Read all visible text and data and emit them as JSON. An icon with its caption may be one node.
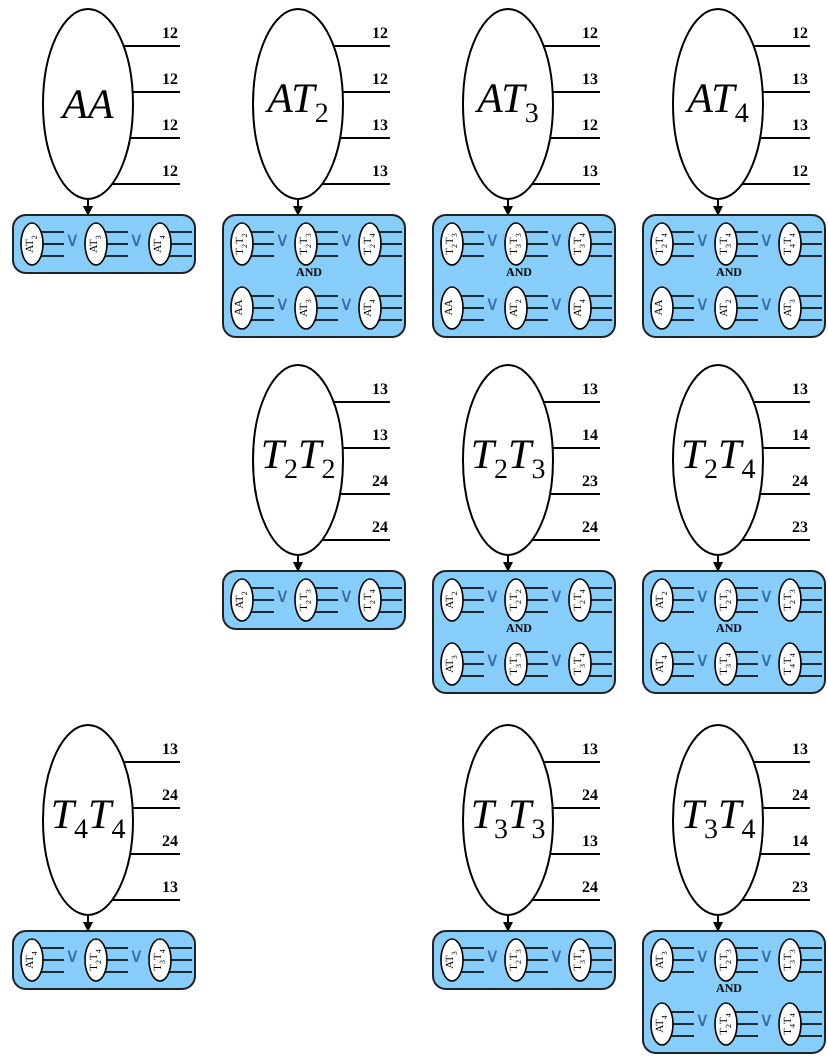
{
  "diagram": {
    "nodes": [
      {
        "text": [
          "AA"
        ],
        "beside": [
          "12",
          "12",
          "12",
          "12"
        ]
      },
      {
        "text": [
          "AT$_{2}$"
        ],
        "beside": [
          "12",
          "12",
          "13",
          "13"
        ]
      },
      {
        "text": [
          "AT$_{3}$"
        ],
        "beside": [
          "12",
          "13",
          "12",
          "13"
        ]
      },
      {
        "text": [
          "AT$_{4}$"
        ],
        "beside": [
          "12",
          "13",
          "13",
          "12"
        ]
      },
      {
        "text": [
          "∨",
          "∨"
        ]
      },
      {
        "text": [
          "AT$_{2}$"
        ],
        "in": 4
      },
      {
        "text": [
          "AT$_{3}$"
        ],
        "in": 4
      },
      {
        "text": [
          "AT$_{4}$"
        ],
        "in": 4
      },
      {
        "text": [
          "∨",
          "∨",
          "AND",
          "∨",
          "∨"
        ]
      },
      {
        "text": [
          "T$_{2}$T$_{2}$"
        ],
        "in": 8
      },
      {
        "text": [
          "T$_{2}$T$_{3}$"
        ],
        "in": 8
      },
      {
        "text": [
          "T$_{2}$T$_{4}$"
        ],
        "in": 8
      },
      {
        "text": [
          "AA"
        ],
        "in": 8
      },
      {
        "text": [
          "AT$_{3}$"
        ],
        "in": 8
      },
      {
        "text": [
          "AT$_{4}$"
        ],
        "in": 8
      },
      {
        "text": [
          "∨",
          "∨",
          "AND",
          "∨",
          "∨"
        ]
      },
      {
        "text": [
          "T$_{2}$T$_{3}$"
        ],
        "in": 15
      },
      {
        "text": [
          "T$_{3}$T$_{3}$"
        ],
        "in": 15
      },
      {
        "text": [
          "T$_{3}$T$_{4}$"
        ],
        "in": 15
      },
      {
        "text": [
          "AA"
        ],
        "in": 15
      },
      {
        "text": [
          "AT$_{2}$"
        ],
        "in": 15
      },
      {
        "text": [
          "AT$_{4}$"
        ],
        "in": 15
      },
      {
        "text": [
          "∨",
          "∨",
          "AND",
          "∨",
          "∨"
        ]
      },
      {
        "text": [
          "T$_{2}$T$_{4}$"
        ],
        "in": 22
      },
      {
        "text": [
          "T$_{3}$T$_{4}$"
        ],
        "in": 22
      },
      {
        "text": [
          "T$_{4}$T$_{4}$"
        ],
        "in": 22
      },
      {
        "text": [
          "AA"
        ],
        "in": 22
      },
      {
        "text": [
          "AT$_{2}$"
        ],
        "in": 22
      },
      {
        "text": [
          "AT$_{3}$"
        ],
        "in": 22
      },
      {
        "text": [
          "T$_{2}$T$_{2}$"
        ],
        "beside": [
          "13",
          "13",
          "24",
          "24"
        ]
      },
      {
        "text": [
          "T$_{2}$T$_{3}$"
        ],
        "beside": [
          "13",
          "14",
          "23",
          "24"
        ]
      },
      {
        "text": [
          "T$_{2}$T$_{4}$"
        ],
        "beside": [
          "13",
          "14",
          "24",
          "23"
        ]
      },
      {
        "text": [
          "∨",
          "∨"
        ]
      },
      {
        "text": [
          "AT$_{2}$"
        ],
        "in": 32
      },
      {
        "text": [
          "T$_{2}$T$_{3}$"
        ],
        "in": 32
      },
      {
        "text": [
          "T$_{2}$T$_{4}$"
        ],
        "in": 32
      },
      {
        "text": [
          "∨",
          "∨",
          "AND",
          "∨",
          "∨"
        ]
      },
      {
        "text": [
          "AT$_{2}$"
        ],
        "in": 36
      },
      {
        "text": [
          "T$_{2}$T$_{2}$"
        ],
        "in": 36
      },
      {
        "text": [
          "T$_{2}$T$_{4}$"
        ],
        "in": 36
      },
      {
        "text": [
          "AT$_{3}$"
        ],
        "in": 36
      },
      {
        "text": [
          "T$_{3}$T$_{3}$"
        ],
        "in": 36
      },
      {
        "text": [
          "T$_{3}$T$_{4}$"
        ],
        "in": 36
      },
      {
        "text": [
          "∨",
          "∨",
          "AND",
          "∨",
          "∨"
        ]
      },
      {
        "text": [
          "AT$_{2}$"
        ],
        "in": 43
      },
      {
        "text": [
          "T$_{2}$T$_{2}$"
        ],
        "in": 43
      },
      {
        "text": [
          "T$_{2}$T$_{3}$"
        ],
        "in": 43
      },
      {
        "text": [
          "AT$_{4}$"
        ],
        "in": 43
      },
      {
        "text": [
          "T$_{3}$T$_{4}$"
        ],
        "in": 43
      },
      {
        "text": [
          "T$_{4}$T$_{4}$"
        ],
        "in": 43
      },
      {
        "text": [
          "T$_{4}$T$_{4}$"
        ],
        "beside": [
          "13",
          "24",
          "24",
          "13"
        ]
      },
      {
        "text": [
          "T$_{3}$T$_{3}$"
        ],
        "beside": [
          "13",
          "24",
          "13",
          "24"
        ]
      },
      {
        "text": [
          "T$_{3}$T$_{4}$"
        ],
        "beside": [
          "13",
          "24",
          "14",
          "23"
        ]
      },
      {
        "text": [
          "∨",
          "∨"
        ]
      },
      {
        "text": [
          "AT$_{4}$"
        ],
        "in": 53
      },
      {
        "text": [
          "T$_{2}$T$_{4}$"
        ],
        "in": 53
      },
      {
        "text": [
          "T$_{3}$T$_{4}$"
        ],
        "in": 53
      },
      {
        "text": [
          "∨",
          "∨"
        ]
      },
      {
        "text": [
          "AT$_{3}$"
        ],
        "in": 57
      },
      {
        "text": [
          "T$_{2}$T$_{3}$"
        ],
        "in": 57
      },
      {
        "text": [
          "T$_{3}$T$_{4}$"
        ],
        "in": 57
      },
      {
        "text": [
          "∨",
          "∨",
          "AND",
          "∨",
          "∨"
        ]
      },
      {
        "text": [
          "AT$_{3}$"
        ],
        "in": 61
      },
      {
        "text": [
          "T$_{2}$T$_{3}$"
        ],
        "in": 61
      },
      {
        "text": [
          "T$_{3}$T$_{3}$"
        ],
        "in": 61
      },
      {
        "text": [
          "AT$_{4}$"
        ],
        "in": 61
      },
      {
        "text": [
          "T$_{2}$T$_{4}$"
        ],
        "in": 61
      },
      {
        "text": [
          "T$_{4}$T$_{4}$"
        ],
        "in": 61
      }
    ],
    "edges": [
      {
        "from": 0,
        "to": 4,
        "arrow": "to"
      },
      {
        "from": 1,
        "to": 8,
        "arrow": "to"
      },
      {
        "from": 2,
        "to": 15,
        "arrow": "to"
      },
      {
        "from": 3,
        "to": 22,
        "arrow": "to"
      },
      {
        "from": 29,
        "to": 32,
        "arrow": "to"
      },
      {
        "from": 30,
        "to": 36,
        "arrow": "to"
      },
      {
        "from": 31,
        "to": 43,
        "arrow": "to"
      },
      {
        "from": 50,
        "to": 53,
        "arrow": "to"
      },
      {
        "from": 51,
        "to": 57,
        "arrow": "to"
      },
      {
        "from": 52,
        "to": 61,
        "arrow": "to"
      }
    ]
  }
}
